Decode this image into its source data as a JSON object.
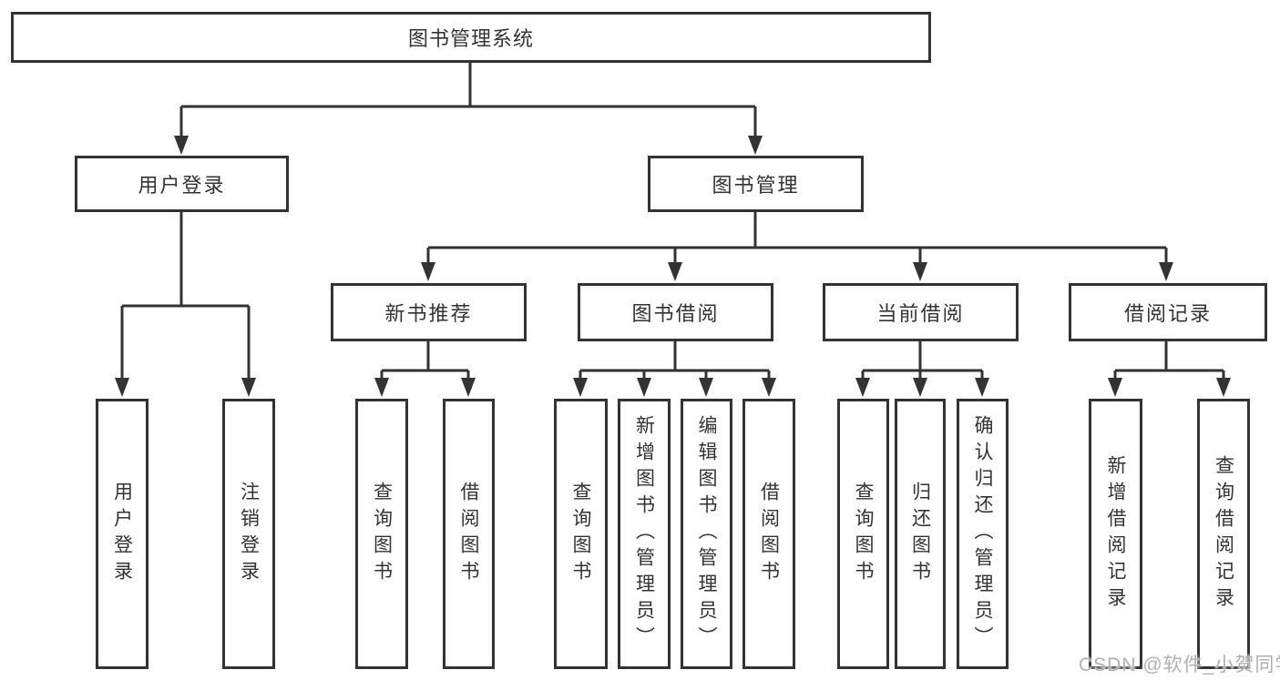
{
  "tree": {
    "label": "图书管理系统",
    "children": [
      {
        "label": "用户登录",
        "children": [
          {
            "label": "用户登录"
          },
          {
            "label": "注销登录"
          }
        ]
      },
      {
        "label": "图书管理",
        "children": [
          {
            "label": "新书推荐",
            "children": [
              {
                "label": "查询图书"
              },
              {
                "label": "借阅图书"
              }
            ]
          },
          {
            "label": "图书借阅",
            "children": [
              {
                "label": "查询图书"
              },
              {
                "label": "新增图书（管理员）"
              },
              {
                "label": "编辑图书（管理员）"
              },
              {
                "label": "借阅图书"
              }
            ]
          },
          {
            "label": "当前借阅",
            "children": [
              {
                "label": "查询图书"
              },
              {
                "label": "归还图书"
              },
              {
                "label": "确认归还（管理员）"
              }
            ]
          },
          {
            "label": "借阅记录",
            "children": [
              {
                "label": "新增借阅记录"
              },
              {
                "label": "查询借阅记录"
              }
            ]
          }
        ]
      }
    ]
  },
  "watermark": {
    "text": "CSDN @软件_小贺同学"
  },
  "colors": {
    "line": "#333333",
    "box_border": "#333333",
    "box_fill": "#ffffff",
    "text": "#333333",
    "watermark": "#b0b0b0"
  }
}
